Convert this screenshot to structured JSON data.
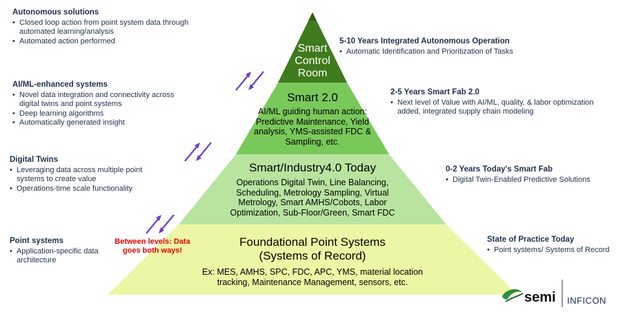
{
  "left_panels": [
    {
      "heading": "Autonomous solutions",
      "bullets": [
        "Closed loop action from point system data through automated learning/analysis",
        "Automated action performed"
      ]
    },
    {
      "heading": "AI/ML-enhanced systems",
      "bullets": [
        "Novel data integration and connectivity across digital twins and point systems",
        "Deep learning algorithms",
        "Automatically generated insight"
      ]
    },
    {
      "heading": "Digital Twins",
      "bullets": [
        "Leveraging data across multiple point systems to create value",
        "Operations-time scale functionality"
      ]
    },
    {
      "heading": "Point systems",
      "bullets": [
        "Application-specific data architecture"
      ]
    }
  ],
  "right_panels": [
    {
      "heading": "5-10 Years Integrated Autonomous Operation",
      "bullets": [
        "Automatic Identification and Prioritization of Tasks"
      ]
    },
    {
      "heading": "2-5 Years Smart Fab 2.0",
      "bullets": [
        "Next level of Value with AI/ML, quality, & labor optimization added, integrated supply chain modeling"
      ]
    },
    {
      "heading": "0-2 Years Today's Smart Fab",
      "bullets": [
        "Digital Twin-Enabled Predictive Solutions"
      ]
    },
    {
      "heading": "State of Practice Today",
      "bullets": [
        "Point systems/ Systems of Record"
      ]
    }
  ],
  "tiers": {
    "top": {
      "title": "Smart Control Room"
    },
    "smart2": {
      "title": "Smart 2.0",
      "desc": "AI/ML guiding human action: Predictive Maintenance, Yield analysis, YMS-assisted FDC & Sampling, etc."
    },
    "industry4": {
      "title": "Smart/Industry4.0 Today",
      "desc": "Operations Digital Twin, Line Balancing, Scheduling, Metrology Sampling, Virtual Metrology, Smart AMHS/Cobots, Labor Optimization, Sub-Floor/Green, Smart FDC"
    },
    "foundation": {
      "title": "Foundational Point Systems (Systems of Record)",
      "desc": "Ex: MES, AMHS, SPC, FDC, APC, YMS, material location tracking, Maintenance Management, sensors, etc."
    }
  },
  "note": "Between levels: Data goes both ways!",
  "logos": {
    "left": "semi",
    "right": "INFICON"
  },
  "colors": {
    "tier_top": "#3f7a1c",
    "tier_smart2": "#79c95a",
    "tier_industry4": "#b9e4a0",
    "tier_foundation": "#ecf6a4",
    "arrow": "#6a3fc9",
    "text_panel": "#1f2f4f",
    "note": "#e60000"
  }
}
